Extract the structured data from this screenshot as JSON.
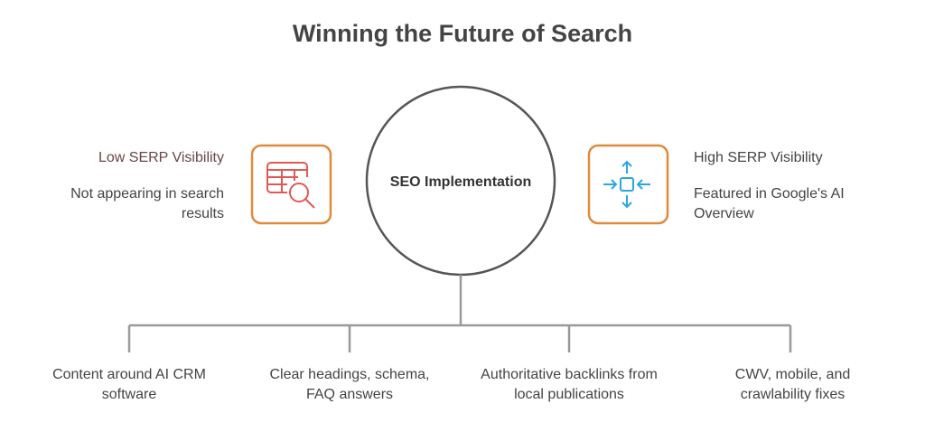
{
  "title": "Winning the Future of Search",
  "center": "SEO Implementation",
  "left": {
    "heading": "Low SERP Visibility",
    "description": "Not appearing in search results",
    "icon": "table-search-icon"
  },
  "right": {
    "heading": "High SERP Visibility",
    "description": "Featured in Google's AI Overview",
    "icon": "focus-arrows-icon"
  },
  "branches": [
    "Content around AI CRM software",
    "Clear headings, schema, FAQ answers",
    "Authoritative backlinks from local publications",
    "CWV, mobile, and crawlability fixes"
  ],
  "colors": {
    "box_border": "#e08a3c",
    "left_icon": "#e05a55",
    "right_icon": "#29a8e0",
    "lines": "#999999",
    "left_heading": "#6b4545"
  }
}
